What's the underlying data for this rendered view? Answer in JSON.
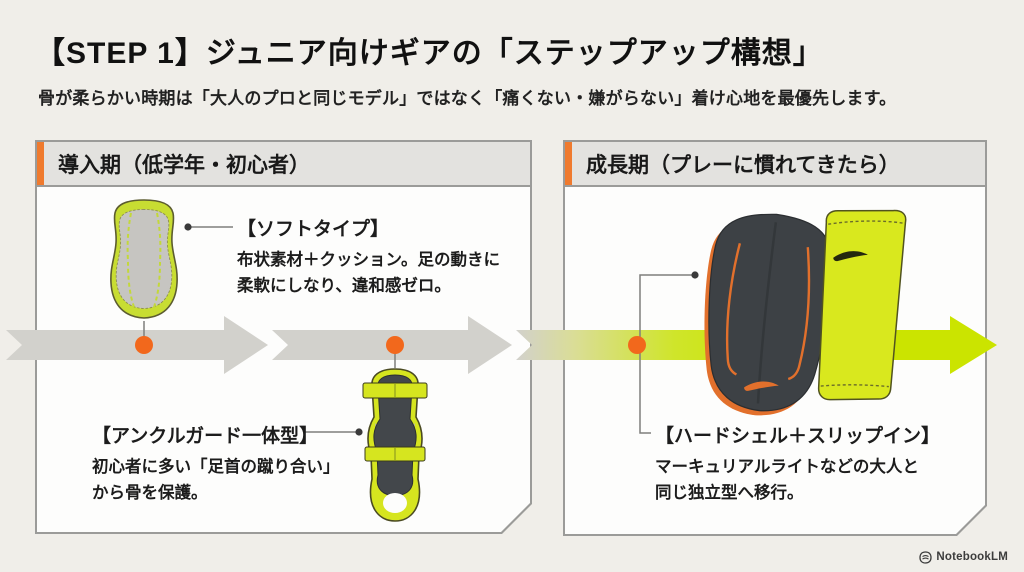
{
  "title": "【STEP 1】ジュニア向けギアの「ステップアップ構想」",
  "subtitle": "骨が柔らかい時期は「大人のプロと同じモデル」ではなく「痛くない・嫌がらない」着け心地を最優先します。",
  "panels": {
    "left": {
      "header": "導入期（低学年・初心者）",
      "items": [
        {
          "heading": "【ソフトタイプ】",
          "line1": "布状素材＋クッション。足の動きに",
          "line2": "柔軟にしなり、違和感ゼロ。"
        },
        {
          "heading": "【アンクルガード一体型】",
          "line1": "初心者に多い「足首の蹴り合い」",
          "line2": "から骨を保護。"
        }
      ]
    },
    "right": {
      "header": "成長期（プレーに慣れてきたら）",
      "items": [
        {
          "heading": "【ハードシェル＋スリップイン】",
          "line1": "マーキュリアルライトなどの大人と",
          "line2": "同じ独立型へ移行。"
        }
      ]
    }
  },
  "timeline": {
    "segments": 3,
    "milestone_dots": 3,
    "dot_color": "#f2681c",
    "gray_band_color": "#d2d1cc",
    "volt_band_color": "#cbe400"
  },
  "icons": {
    "brand_icon": "notebooklm-wave-icon",
    "swoosh_on_hardshell": "nike-swoosh-icon",
    "swoosh_on_sleeve": "nike-swoosh-icon"
  },
  "colors": {
    "background": "#f0eee9",
    "panel_fill": "#fdfdfc",
    "panel_border": "#9b9b99",
    "header_fill": "#e3e2df",
    "accent_orange": "#ef7a2e",
    "volt": "#cfe400",
    "guard_dark": "#3d4145",
    "trim_orange": "#e56f28",
    "text": "#1a1a1a"
  },
  "footer": {
    "brand": "NotebookLM"
  }
}
